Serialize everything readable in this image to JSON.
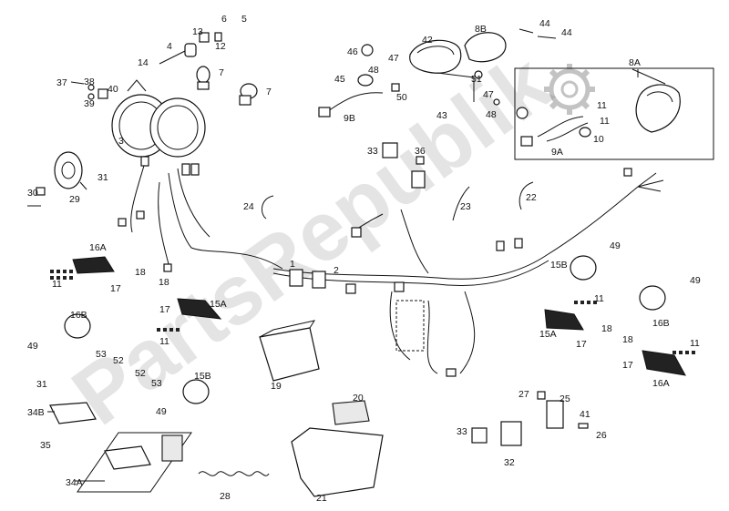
{
  "watermark": "PartsRepublik",
  "labels": [
    "1",
    "2",
    "3",
    "4",
    "5",
    "6",
    "7",
    "7",
    "8A",
    "8B",
    "9A",
    "9B",
    "10",
    "11",
    "11",
    "11",
    "11",
    "11",
    "11",
    "12",
    "13",
    "14",
    "15A",
    "15A",
    "15B",
    "15B",
    "16A",
    "16A",
    "16B",
    "16B",
    "17",
    "17",
    "17",
    "17",
    "18",
    "18",
    "18",
    "18",
    "19",
    "20",
    "21",
    "22",
    "23",
    "24",
    "25",
    "26",
    "27",
    "28",
    "29",
    "30",
    "31",
    "31",
    "32",
    "33",
    "33",
    "34A",
    "34B",
    "35",
    "36",
    "37",
    "38",
    "39",
    "40",
    "41",
    "42",
    "43",
    "44",
    "44",
    "45",
    "46",
    "47",
    "47",
    "48",
    "48",
    "49",
    "49",
    "49",
    "49",
    "50",
    "51",
    "52",
    "52",
    "53",
    "53"
  ]
}
